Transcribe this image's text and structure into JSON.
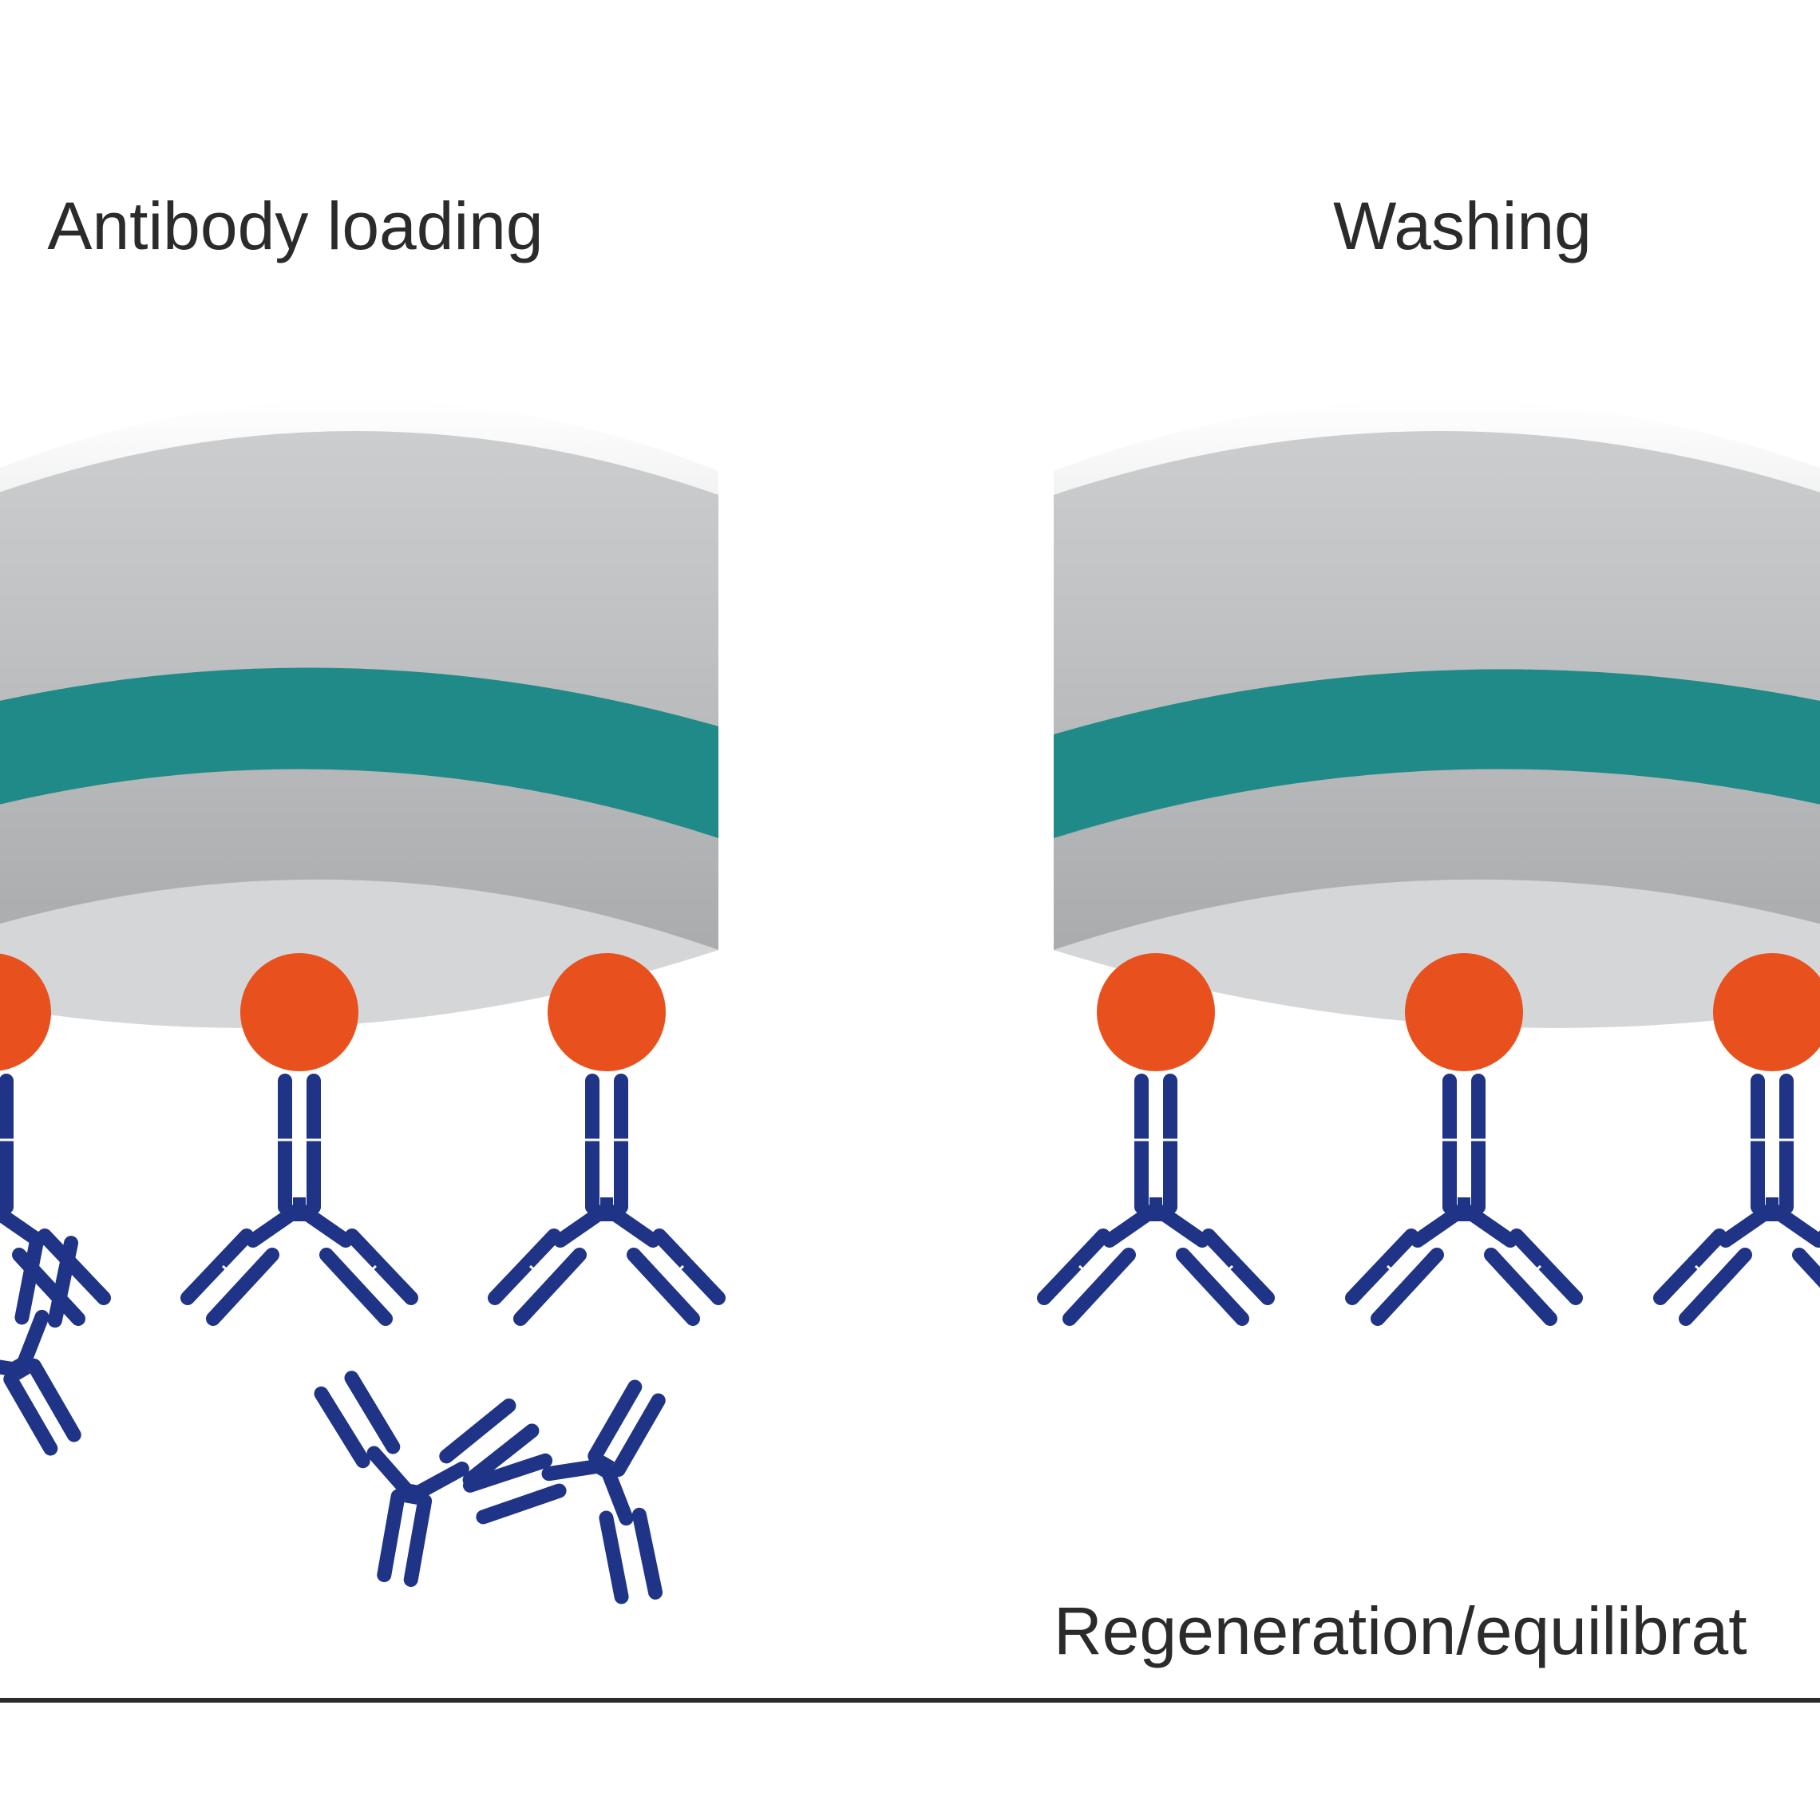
{
  "panels": [
    {
      "title": "Antibody loading",
      "free_antibodies": 3
    },
    {
      "title": "Washing",
      "free_antibodies": 0
    }
  ],
  "bottom_label": "Regeneration/equilibrat",
  "colors": {
    "background": "#ffffff",
    "sensor_side": "#a6a7aa",
    "sensor_bottom": "#d5d6d8",
    "sensor_band": "#1f8a88",
    "ligand_bead": "#e8501d",
    "antibody": "#1f3486",
    "baseline": "#2b2b2b",
    "text": "#2b2b2b"
  },
  "icons": {
    "sensor": "biosensor-tip-icon",
    "bead": "capture-bead-icon",
    "antibody": "antibody-y-icon"
  }
}
